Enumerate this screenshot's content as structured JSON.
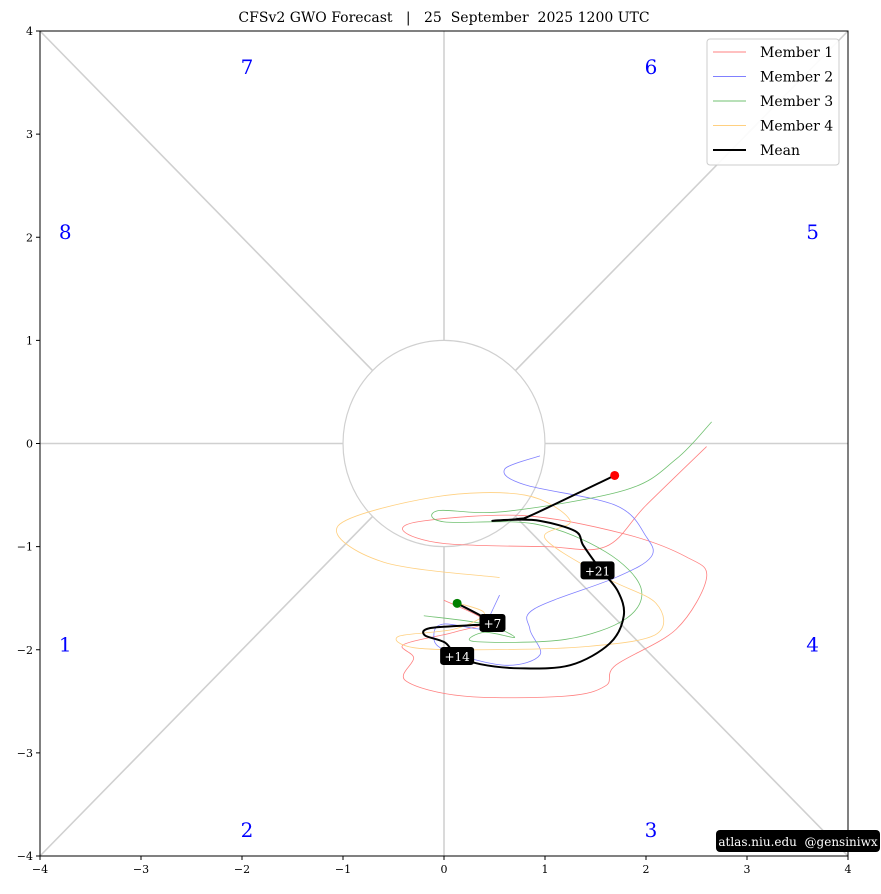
{
  "chart_data": {
    "type": "line",
    "title": "CFSv2 GWO Forecast   |   25  September  2025 1200 UTC",
    "xlim": [
      -4,
      4
    ],
    "ylim": [
      -4,
      4
    ],
    "xticks": [
      "−4",
      "−3",
      "−2",
      "−1",
      "0",
      "1",
      "2",
      "3",
      "4"
    ],
    "yticks": [
      "−4",
      "−3",
      "−2",
      "−1",
      "0",
      "1",
      "2",
      "3",
      "4"
    ],
    "phases": [
      {
        "label": "1",
        "x": -3.75,
        "y": -1.95
      },
      {
        "label": "2",
        "x": -1.95,
        "y": -3.75
      },
      {
        "label": "3",
        "x": 2.05,
        "y": -3.75
      },
      {
        "label": "4",
        "x": 3.65,
        "y": -1.95
      },
      {
        "label": "5",
        "x": 3.65,
        "y": 2.05
      },
      {
        "label": "6",
        "x": 2.05,
        "y": 3.65
      },
      {
        "label": "7",
        "x": -1.95,
        "y": 3.65
      },
      {
        "label": "8",
        "x": -3.75,
        "y": 2.05
      }
    ],
    "legend_position": "top-right",
    "series": [
      {
        "name": "Member 1",
        "color": "#ff8080",
        "points": [
          [
            0.0,
            -1.52
          ],
          [
            0.4,
            -1.72
          ],
          [
            0.1,
            -1.83
          ],
          [
            -0.4,
            -1.95
          ],
          [
            -0.3,
            -2.08
          ],
          [
            -0.38,
            -2.3
          ],
          [
            0.2,
            -2.45
          ],
          [
            1.2,
            -2.45
          ],
          [
            1.6,
            -2.35
          ],
          [
            1.7,
            -2.15
          ],
          [
            2.3,
            -1.8
          ],
          [
            2.6,
            -1.3
          ],
          [
            2.4,
            -1.1
          ],
          [
            1.8,
            -0.88
          ],
          [
            0.8,
            -0.7
          ],
          [
            -0.2,
            -0.75
          ],
          [
            -0.4,
            -0.85
          ],
          [
            0.0,
            -0.97
          ],
          [
            1.0,
            -1.0
          ],
          [
            1.6,
            -1.0
          ],
          [
            2.0,
            -0.6
          ],
          [
            2.6,
            -0.03
          ]
        ]
      },
      {
        "name": "Member 2",
        "color": "#8080ff",
        "points": [
          [
            0.55,
            -1.47
          ],
          [
            0.45,
            -1.68
          ],
          [
            0.4,
            -1.8
          ],
          [
            0.0,
            -1.75
          ],
          [
            -0.1,
            -1.85
          ],
          [
            0.0,
            -2.0
          ],
          [
            0.6,
            -2.15
          ],
          [
            0.95,
            -2.05
          ],
          [
            0.85,
            -1.8
          ],
          [
            0.9,
            -1.6
          ],
          [
            1.7,
            -1.3
          ],
          [
            2.05,
            -1.1
          ],
          [
            2.0,
            -0.9
          ],
          [
            1.7,
            -0.6
          ],
          [
            0.8,
            -0.4
          ],
          [
            0.6,
            -0.25
          ],
          [
            0.95,
            -0.12
          ]
        ]
      },
      {
        "name": "Member 3",
        "color": "#70c070",
        "points": [
          [
            -0.2,
            -1.67
          ],
          [
            0.4,
            -1.75
          ],
          [
            0.7,
            -1.88
          ],
          [
            0.4,
            -1.83
          ],
          [
            0.3,
            -1.92
          ],
          [
            1.2,
            -1.9
          ],
          [
            1.8,
            -1.7
          ],
          [
            1.95,
            -1.4
          ],
          [
            1.6,
            -1.05
          ],
          [
            0.9,
            -0.78
          ],
          [
            0.0,
            -0.76
          ],
          [
            -0.05,
            -0.65
          ],
          [
            0.6,
            -0.66
          ],
          [
            1.8,
            -0.45
          ],
          [
            2.3,
            -0.15
          ],
          [
            2.65,
            0.21
          ]
        ]
      },
      {
        "name": "Member 4",
        "color": "#ffd080",
        "points": [
          [
            0.15,
            -1.55
          ],
          [
            0.4,
            -1.65
          ],
          [
            0.1,
            -1.8
          ],
          [
            -0.45,
            -1.87
          ],
          [
            -0.3,
            -1.98
          ],
          [
            0.4,
            -2.0
          ],
          [
            1.4,
            -1.97
          ],
          [
            2.1,
            -1.85
          ],
          [
            2.1,
            -1.55
          ],
          [
            1.6,
            -1.3
          ],
          [
            1.0,
            -0.92
          ],
          [
            1.25,
            -0.75
          ],
          [
            0.8,
            -0.5
          ],
          [
            -0.1,
            -0.52
          ],
          [
            -1.05,
            -0.8
          ],
          [
            -0.6,
            -1.15
          ],
          [
            0.55,
            -1.3
          ]
        ]
      },
      {
        "name": "Mean",
        "color": "#000000",
        "points": [
          [
            0.13,
            -1.55
          ],
          [
            0.48,
            -1.74
          ],
          [
            0.3,
            -1.76
          ],
          [
            -0.14,
            -1.79
          ],
          [
            -0.19,
            -1.86
          ],
          [
            0.01,
            -1.93
          ],
          [
            0.13,
            -2.06
          ],
          [
            0.36,
            -2.14
          ],
          [
            0.75,
            -2.18
          ],
          [
            1.25,
            -2.15
          ],
          [
            1.64,
            -1.94
          ],
          [
            1.78,
            -1.67
          ],
          [
            1.72,
            -1.43
          ],
          [
            1.54,
            -1.21
          ],
          [
            1.38,
            -0.99
          ],
          [
            1.3,
            -0.85
          ],
          [
            0.95,
            -0.75
          ],
          [
            0.65,
            -0.74
          ],
          [
            0.48,
            -0.75
          ],
          [
            0.75,
            -0.73
          ],
          [
            0.9,
            -0.68
          ],
          [
            1.69,
            -0.31
          ]
        ]
      }
    ],
    "start_marker": {
      "x": 0.13,
      "y": -1.55,
      "color": "#008000"
    },
    "end_marker": {
      "x": 1.69,
      "y": -0.31,
      "color": "#ff0000"
    },
    "day_labels": [
      {
        "label": "+7",
        "x": 0.48,
        "y": -1.74
      },
      {
        "label": "+14",
        "x": 0.13,
        "y": -2.06
      },
      {
        "label": "+21",
        "x": 1.52,
        "y": -1.23
      }
    ],
    "watermark": "atlas.niu.edu  @gensiniwx"
  }
}
